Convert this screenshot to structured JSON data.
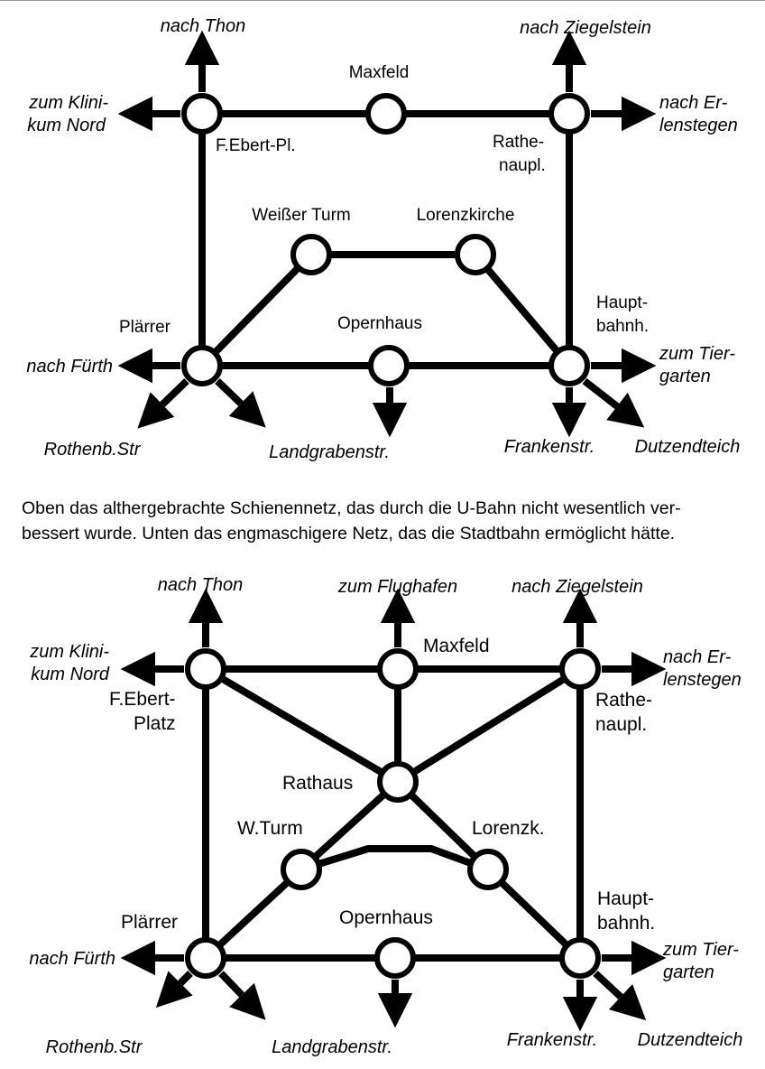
{
  "caption": {
    "line1": "Oben das althergebrachte Schienennetz, das durch die U-Bahn nicht wesentlich ver-",
    "line2": "bessert wurde. Unten das engmaschigere Netz, das die Stadtbahn ermöglicht hätte."
  },
  "top_network": {
    "stations": {
      "maxfeld": "Maxfeld",
      "fep": "F.Ebert-Pl.",
      "rathenaupl": [
        "Rathe-",
        "naupl."
      ],
      "weisser_turm": "Weißer Turm",
      "lorenzkirche": "Lorenzkirche",
      "plaerrer": "Plärrer",
      "opernhaus": "Opernhaus",
      "hauptbahnhof": [
        "Haupt-",
        "bahnh."
      ]
    },
    "directions": {
      "thon": "nach Thon",
      "ziegelstein": "nach Ziegelstein",
      "klinikum": [
        "zum Klini-",
        "kum Nord"
      ],
      "erlenstegen": [
        "nach Er-",
        "lenstegen"
      ],
      "fuerth": "nach Fürth",
      "tiergarten": [
        "zum Tier-",
        "garten"
      ],
      "rothenb": "Rothenb.Str",
      "landgraben": "Landgrabenstr.",
      "franken": "Frankenstr.",
      "dutzendteich": "Dutzendteich"
    }
  },
  "bottom_network": {
    "stations": {
      "maxfeld": "Maxfeld",
      "fep": [
        "F.Ebert-",
        "Platz"
      ],
      "rathenaupl": [
        "Rathe-",
        "naupl."
      ],
      "rathaus": "Rathaus",
      "w_turm": "W.Turm",
      "lorenzk": "Lorenzk.",
      "plaerrer": "Plärrer",
      "opernhaus": "Opernhaus",
      "hauptbahnhof": [
        "Haupt-",
        "bahnh."
      ]
    },
    "directions": {
      "thon": "nach Thon",
      "flughafen": "zum Flughafen",
      "ziegelstein": "nach Ziegelstein",
      "klinikum": [
        "zum Klini-",
        "kum Nord"
      ],
      "erlenstegen": [
        "nach Er-",
        "lenstegen"
      ],
      "fuerth": "nach Fürth",
      "tiergarten": [
        "zum Tier-",
        "garten"
      ],
      "rothenb": "Rothenb.Str",
      "landgraben": "Landgrabenstr.",
      "franken": "Frankenstr.",
      "dutzendteich": "Dutzendteich"
    }
  }
}
